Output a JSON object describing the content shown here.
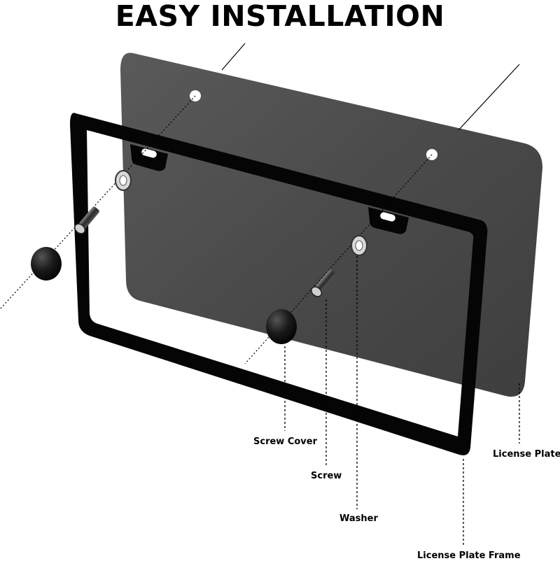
{
  "title": "EASY INSTALLATION",
  "labels": {
    "screw_cover": "Screw Cover",
    "screw": "Screw",
    "washer": "Washer",
    "license_plate": "License Plate",
    "license_plate_frame": "License Plate Frame"
  },
  "colors": {
    "plate": "#4a4a4a",
    "frame": "#050505",
    "background": "#ffffff",
    "text": "#000000"
  }
}
